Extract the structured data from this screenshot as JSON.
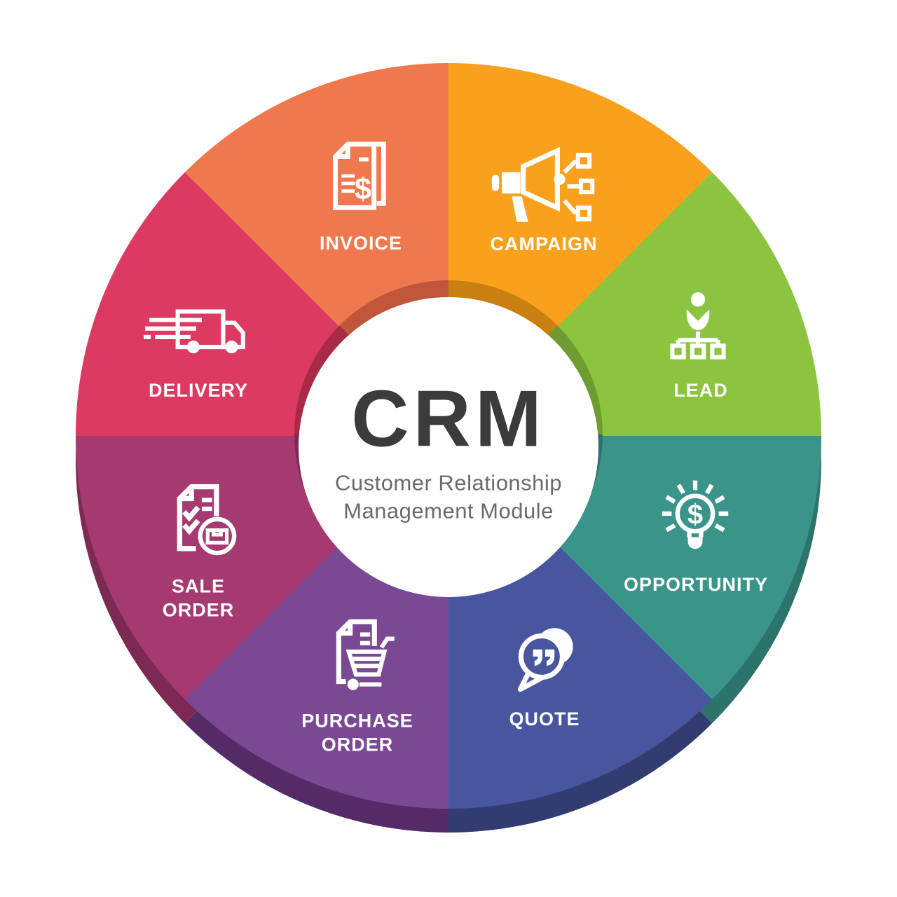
{
  "center": {
    "title": "CRM",
    "subtitle_line1": "Customer Relationship",
    "subtitle_line2": "Management Module"
  },
  "colors": {
    "background": "#FFFFFF",
    "inner_circle": "#FFFFFF",
    "title_text": "#3B3B3D",
    "subtitle_text": "#6B6B6D",
    "icon_and_label": "#FFFFFF"
  },
  "icon_glyphs": {
    "invoice_dollar": "$",
    "opportunity_dollar": "$"
  },
  "segments": [
    {
      "id": "campaign",
      "label": "CAMPAIGN",
      "lines": [
        "CAMPAIGN"
      ],
      "icon": "megaphone-broadcast-icon",
      "color": "#F9A11D",
      "shadow": "#C98010",
      "start_angle": 0,
      "end_angle": 45
    },
    {
      "id": "lead",
      "label": "LEAD",
      "lines": [
        "LEAD"
      ],
      "icon": "person-hierarchy-icon",
      "color": "#8BC540",
      "shadow": "#6E9C31",
      "start_angle": 45,
      "end_angle": 90
    },
    {
      "id": "opportunity",
      "label": "OPPORTUNITY",
      "lines": [
        "OPPORTUNITY"
      ],
      "icon": "dollar-lightbulb-icon",
      "color": "#3A9489",
      "shadow": "#2C746B",
      "start_angle": 90,
      "end_angle": 135
    },
    {
      "id": "quote",
      "label": "QUOTE",
      "lines": [
        "QUOTE"
      ],
      "icon": "quote-speech-bubble-icon",
      "color": "#47569E",
      "shadow": "#323C70",
      "start_angle": 135,
      "end_angle": 180
    },
    {
      "id": "purchase_order",
      "label": "PURCHASE ORDER",
      "lines": [
        "PURCHASE",
        "ORDER"
      ],
      "icon": "document-cart-icon",
      "color": "#7B4894",
      "shadow": "#542B67",
      "start_angle": 180,
      "end_angle": 225
    },
    {
      "id": "sale_order",
      "label": "SALE ORDER",
      "lines": [
        "SALE",
        "ORDER"
      ],
      "icon": "checklist-package-icon",
      "color": "#A53A70",
      "shadow": "#7C2A53",
      "start_angle": 225,
      "end_angle": 270
    },
    {
      "id": "delivery",
      "label": "DELIVERY",
      "lines": [
        "DELIVERY"
      ],
      "icon": "delivery-truck-icon",
      "color": "#DC3A60",
      "shadow": "#A82A47",
      "start_angle": 270,
      "end_angle": 315
    },
    {
      "id": "invoice",
      "label": "INVOICE",
      "lines": [
        "INVOICE"
      ],
      "icon": "invoice-document-icon",
      "color": "#EF784E",
      "shadow": "#C0553A",
      "start_angle": 315,
      "end_angle": 360
    }
  ]
}
